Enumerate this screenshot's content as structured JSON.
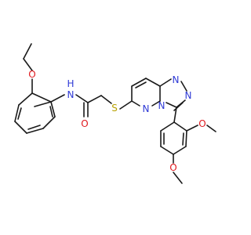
{
  "molecule": {
    "atom_labels": {
      "amide_n": "N",
      "amide_h": "H",
      "amide_o": "O",
      "thioether_s": "S",
      "ethoxy_o": "O",
      "triazole_n1": "N",
      "triazole_n2": "N",
      "ring_n_bridge": "N",
      "pyridazine_n": "N",
      "methoxy_o1": "O",
      "methoxy_o2": "O"
    },
    "colors": {
      "bond": "#1a1a1a",
      "nitrogen": "#2f3ad6",
      "oxygen": "#e0191e",
      "sulfur": "#b8a100",
      "hydrogen": "#2f3ad6"
    }
  }
}
